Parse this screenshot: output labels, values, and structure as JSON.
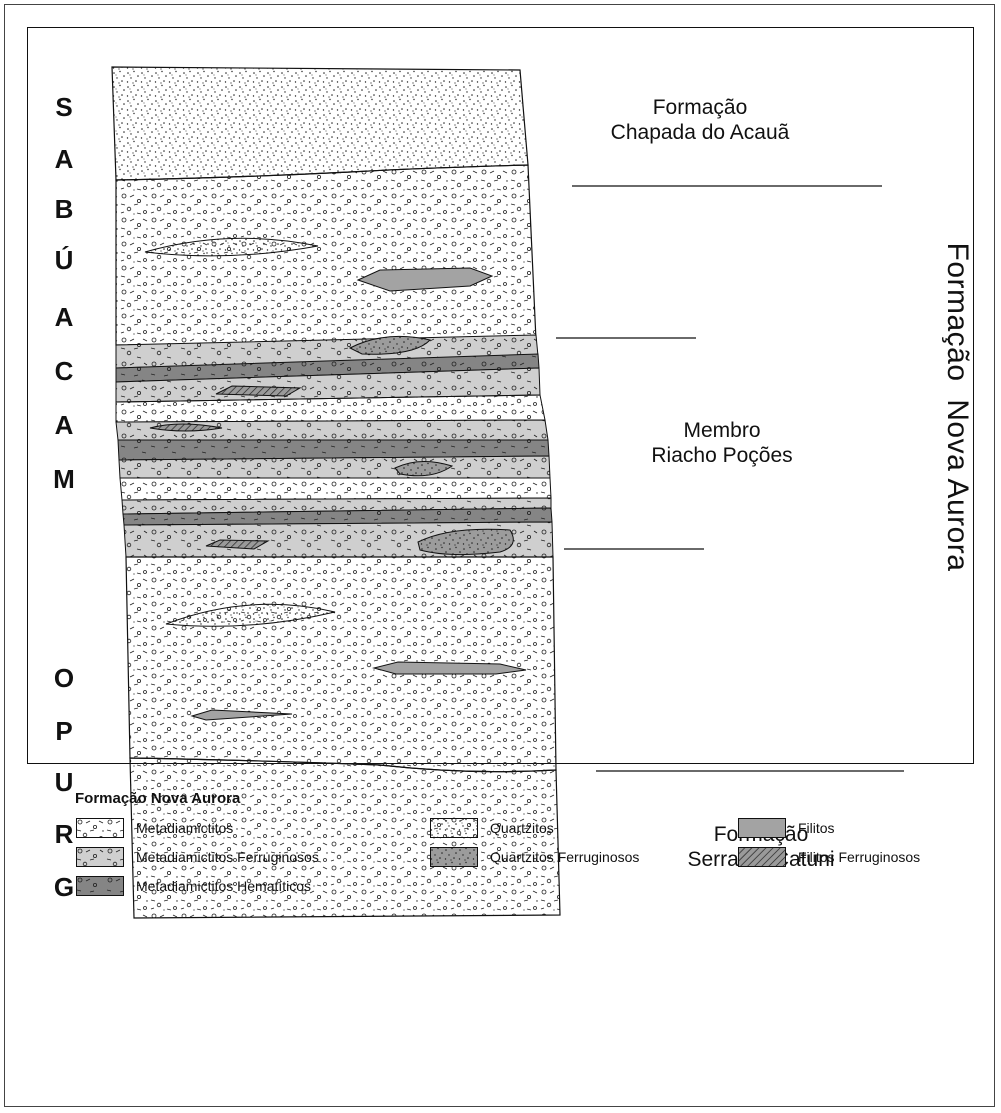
{
  "group_letters": [
    "M",
    "A",
    "C",
    "A",
    "Ú",
    "B",
    "A",
    "S",
    "G",
    "R",
    "U",
    "P",
    "O"
  ],
  "labels": {
    "top_formation": [
      "Formação",
      "Chapada do Acauã"
    ],
    "member": [
      "Membro",
      "Riacho Poções"
    ],
    "bottom_formation": [
      "Formação",
      "Serra do Catuni"
    ],
    "vertical_formation": "Formação  Nova Aurora"
  },
  "legend": {
    "title": "Formação Nova Aurora",
    "items": [
      {
        "key": "metadiamictitos",
        "label": "Metadiamictitos"
      },
      {
        "key": "metadiamictitos-ferruginosos",
        "label": "Metadiamictitos Ferruginosos"
      },
      {
        "key": "metadiamictitos-hematiticos",
        "label": "Metadiamictitos Hematíticos"
      },
      {
        "key": "quartzitos",
        "label": "Quartzitos"
      },
      {
        "key": "quartzitos-ferruginosos",
        "label": "Quartzitos Ferruginosos"
      },
      {
        "key": "filitos",
        "label": "Filitos"
      },
      {
        "key": "filitos-ferruginosos",
        "label": "Filitos Ferruginosos"
      }
    ]
  },
  "colors": {
    "ferruginous_fill": "#cfcfcf",
    "hematitic_fill": "#858585",
    "filito_fill": "#a3a3a3",
    "quartzito_ferr_fill": "#9c9c9c"
  }
}
